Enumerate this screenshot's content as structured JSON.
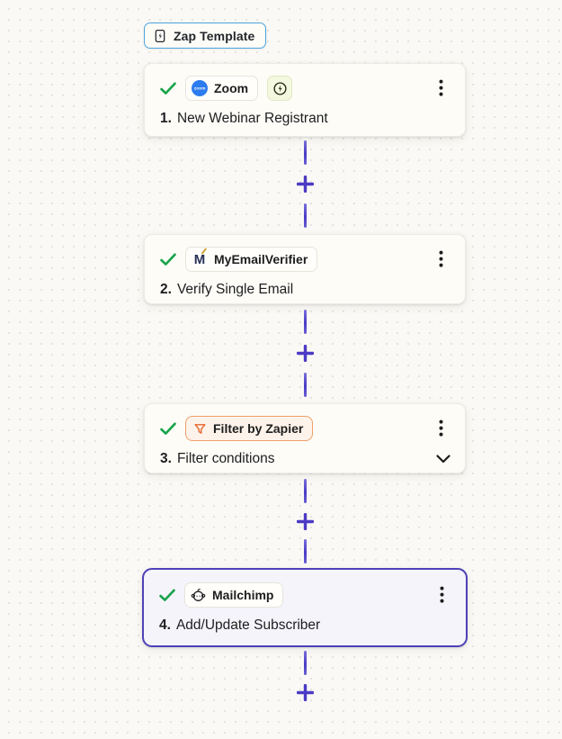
{
  "badge": {
    "label": "Zap Template"
  },
  "steps": [
    {
      "number": "1.",
      "title": "New Webinar Registrant",
      "app": "Zoom",
      "app_logo_text": "zoom",
      "instant": true,
      "status": "completed",
      "selected": false
    },
    {
      "number": "2.",
      "title": "Verify Single Email",
      "app": "MyEmailVerifier",
      "status": "completed",
      "selected": false
    },
    {
      "number": "3.",
      "title": "Filter conditions",
      "app": "Filter by Zapier",
      "status": "completed",
      "expandable": true,
      "selected": false
    },
    {
      "number": "4.",
      "title": "Add/Update Subscriber",
      "app": "Mailchimp",
      "status": "completed",
      "selected": true
    }
  ],
  "colors": {
    "canvas_background": "#FAF9F5",
    "canvas_dots": "#E6E4DE",
    "card_background": "#FDFCF7",
    "selected_card_background": "#F5F4FB",
    "selected_card_border": "#4E41B7",
    "connector_purple": "#4B3BC4",
    "check_green": "#18A34A",
    "zoom_blue": "#2D7CEF",
    "filter_orange": "#E8642C",
    "filter_pill_border": "#F0A06A",
    "badge_border_blue": "#4DA4DD",
    "instant_pill_background": "#F3F8DF"
  },
  "icons": {
    "badge": "zap-template-doc-bolt-icon",
    "status": "check-icon",
    "menu": "kebab-menu-icon",
    "expand": "chevron-down-icon",
    "add_step": "plus-icon",
    "instant": "circle-bolt-icon"
  }
}
